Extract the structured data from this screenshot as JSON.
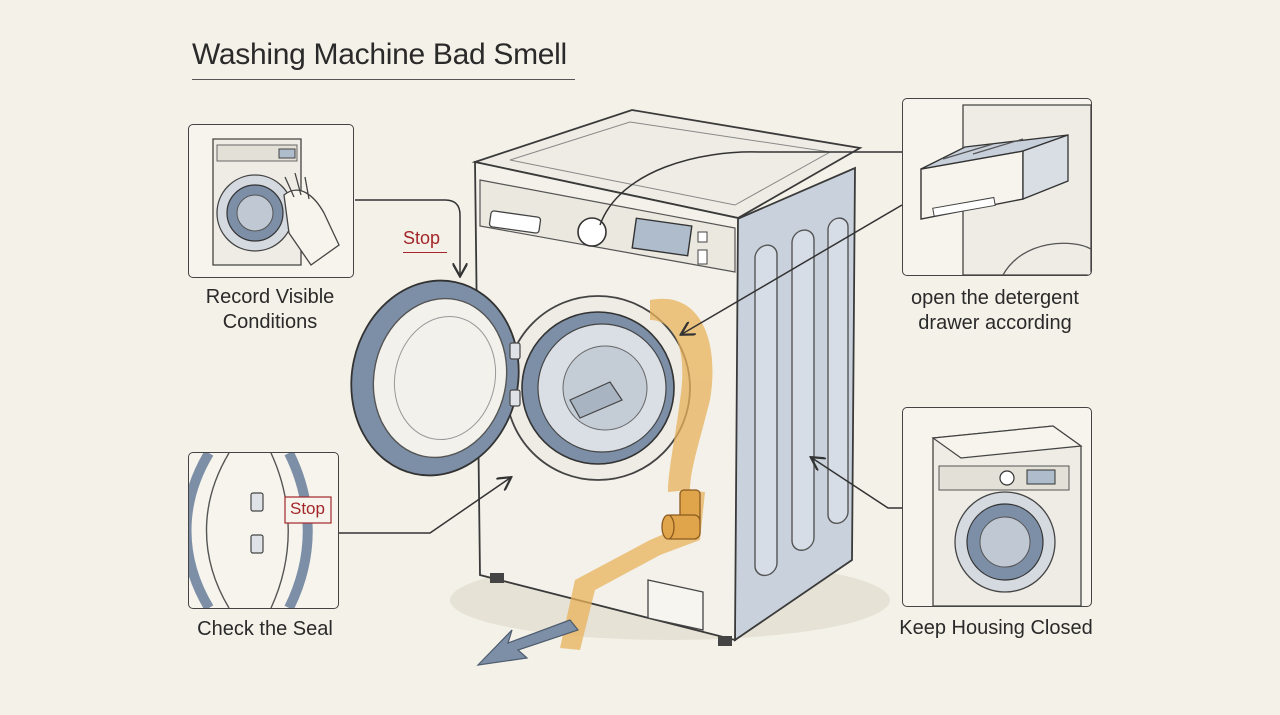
{
  "title": "Washing Machine Bad Smell",
  "steps": [
    {
      "caption": "Record Visible\nConditions"
    },
    {
      "caption": "open the detergent\ndrawer according"
    },
    {
      "caption": "Check the Seal"
    },
    {
      "caption": "Keep Housing Closed"
    }
  ],
  "stop_labels": [
    "Stop",
    "Stop"
  ],
  "colors": {
    "background": "#f4f1e8",
    "line": "#444444",
    "steel_blue": "#7d8fa6",
    "orange_path": "#e8b15a",
    "stop_red": "#a3262a"
  }
}
